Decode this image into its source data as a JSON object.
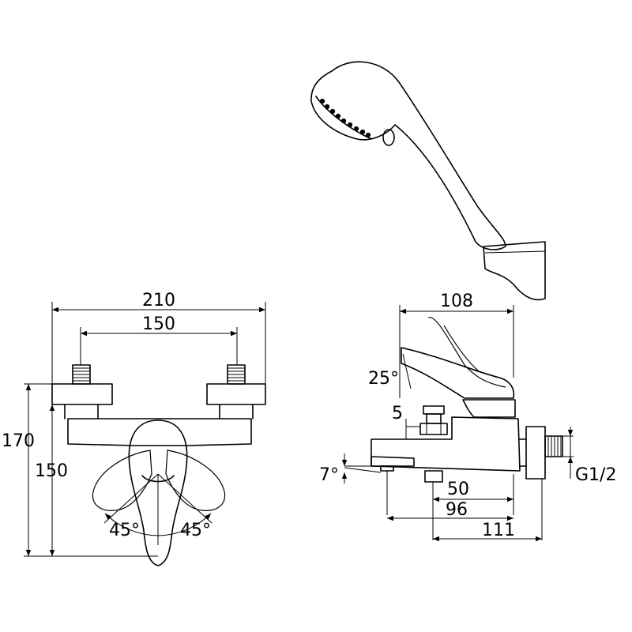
{
  "dimensions": {
    "overall_width": "210",
    "inlet_spacing": "150",
    "overall_height": "170",
    "inlet_height": "150",
    "handle_left_angle": "45°",
    "handle_right_angle": "45°",
    "side_depth": "108",
    "lever_angle": "25°",
    "diverter_height": "5",
    "spout_angle": "7°",
    "outlet_offset": "50",
    "spout_reach": "96",
    "total_reach": "111",
    "thread_size": "G1/2"
  }
}
